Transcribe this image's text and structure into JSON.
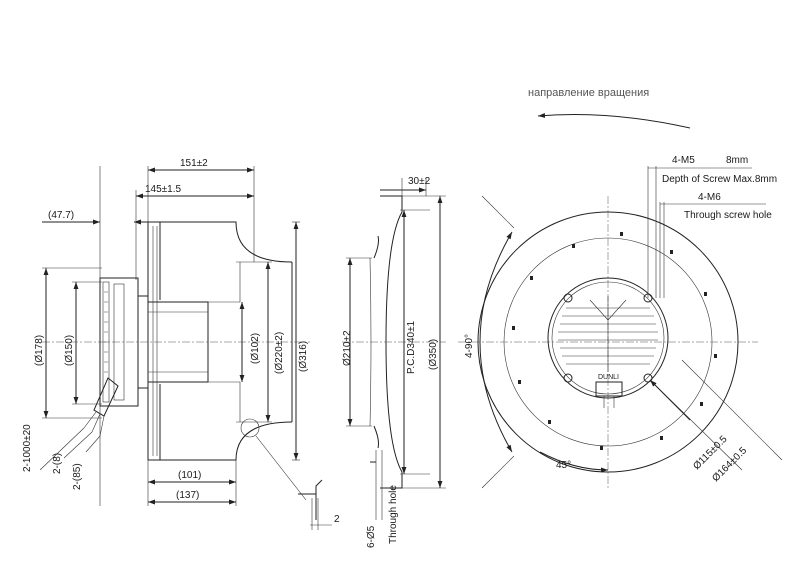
{
  "rotation_label": "направление вращения",
  "side_view": {
    "dims": {
      "overall_length": "151±2",
      "wheel_length": "145±1.5",
      "offset": "(47.7)",
      "d178": "(Ø178)",
      "d150": "(Ø150)",
      "d102": "(Ø102)",
      "d220": "(Ø220±2)",
      "d316": "(Ø316)",
      "depth101": "(101)",
      "depth137": "(137)"
    },
    "cables": {
      "cable1": "2-1000±20",
      "cable2": "2-(8)",
      "cable3": "2-(85)"
    },
    "detail_dim": "2"
  },
  "ring_view": {
    "dims": {
      "width": "30±2",
      "d210": "Ø210±2",
      "pcd": "P.C.D340±1",
      "d350": "(Ø350)"
    },
    "holes_label": "6-Ø5",
    "through_label": "Through hole"
  },
  "front_view": {
    "screw1_spec": "4-M5",
    "screw1_depth": "8mm",
    "screw1_note": "Depth of Screw Max.8mm",
    "screw2_spec": "4-M6",
    "screw2_note": "Through screw hole",
    "angle_label": "4-90°",
    "angle45": "45°",
    "d115": "Ø115±0.5",
    "d164": "Ø164±0.5",
    "brand": "DUNLI"
  }
}
